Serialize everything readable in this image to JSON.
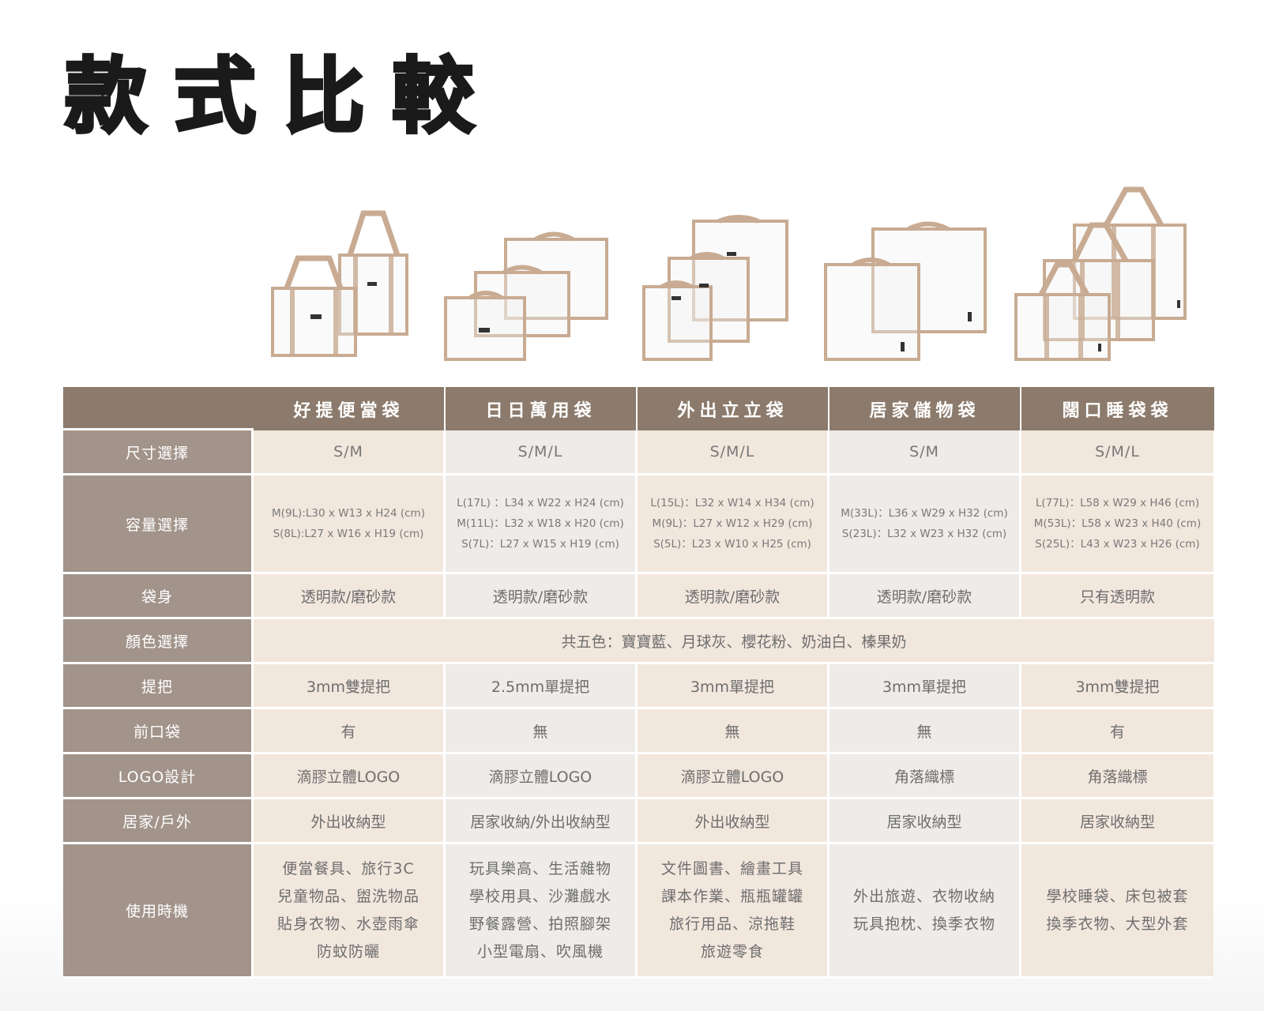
{
  "title": "款式比較",
  "products": [
    "好提便當袋",
    "日日萬用袋",
    "外出立立袋",
    "居家儲物袋",
    "闊口睡袋袋"
  ],
  "rows": {
    "size": {
      "label": "尺寸選擇",
      "values": [
        "S/M",
        "S/M/L",
        "S/M/L",
        "S/M",
        "S/M/L"
      ]
    },
    "capacity": {
      "label": "容量選擇",
      "values": [
        [
          "M(9L):L30 x W13 x H24 (cm)",
          "S(8L):L27 x W16 x H19 (cm)"
        ],
        [
          "L(17L) ：L34 x W22 x H24 (cm)",
          "M(11L)：L32 x W18 x H20 (cm)",
          "S(7L)：L27 x W15 x H19 (cm)"
        ],
        [
          "L(15L)：L32 x W14 x H34 (cm)",
          "M(9L)：L27 x W12 x H29 (cm)",
          "S(5L)：L23 x W10 x H25 (cm)"
        ],
        [
          "M(33L)：L36 x W29 x H32 (cm)",
          "S(23L)：L32 x W23 x H32 (cm)"
        ],
        [
          "L(77L)：L58 x W29 x H46 (cm)",
          "M(53L)：L58 x W23 x H40 (cm)",
          "S(25L)：L43 x W23 x H26 (cm)"
        ]
      ]
    },
    "body": {
      "label": "袋身",
      "values": [
        "透明款/磨砂款",
        "透明款/磨砂款",
        "透明款/磨砂款",
        "透明款/磨砂款",
        "只有透明款"
      ]
    },
    "color": {
      "label": "顏色選擇",
      "value": "共五色：寶寶藍、月球灰、櫻花粉、奶油白、榛果奶"
    },
    "handle": {
      "label": "提把",
      "values": [
        "3mm雙提把",
        "2.5mm單提把",
        "3mm單提把",
        "3mm單提把",
        "3mm雙提把"
      ]
    },
    "pocket": {
      "label": "前口袋",
      "values": [
        "有",
        "無",
        "無",
        "無",
        "有"
      ]
    },
    "logo": {
      "label": "LOGO設計",
      "values": [
        "滴膠立體LOGO",
        "滴膠立體LOGO",
        "滴膠立體LOGO",
        "角落織標",
        "角落織標"
      ]
    },
    "usage_type": {
      "label": "居家/戶外",
      "values": [
        "外出收納型",
        "居家收納/外出收納型",
        "外出收納型",
        "居家收納型",
        "居家收納型"
      ]
    },
    "occasion": {
      "label": "使用時機",
      "values": [
        [
          "便當餐具、旅行3C",
          "兒童物品、盥洗物品",
          "貼身衣物、水壺雨傘",
          "防蚊防曬"
        ],
        [
          "玩具樂高、生活雜物",
          "學校用具、沙灘戲水",
          "野餐露營、拍照腳架",
          "小型電扇、吹風機"
        ],
        [
          "文件圖書、繪畫工具",
          "課本作業、瓶瓶罐罐",
          "旅行用品、涼拖鞋",
          "旅遊零食"
        ],
        [
          "外出旅遊、衣物收納",
          "玩具抱枕、換季衣物"
        ],
        [
          "學校睡袋、床包被套",
          "換季衣物、大型外套"
        ]
      ]
    }
  },
  "colors": {
    "header_bg": "#8c7b6c",
    "label_bg": "#a2948a",
    "cell_warm": "#f2e7dd",
    "cell_cool": "#eeebe8",
    "trim": "#c8ab92"
  }
}
